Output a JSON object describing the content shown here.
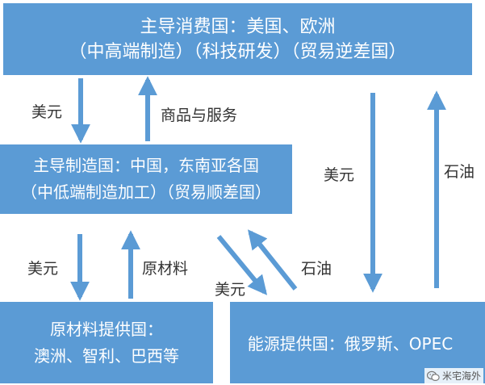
{
  "boxes": {
    "top": {
      "line1": "主导消费国：美国、欧洲",
      "line2": "（中高端制造）（科技研发）（贸易逆差国）"
    },
    "mid": {
      "line1": "主导制造国：中国，东南亚各国",
      "line2": "（中低端制造加工）（贸易顺差国）"
    },
    "bottom_left": {
      "line1": "原材料提供国：",
      "line2": "澳洲、智利、巴西等"
    },
    "bottom_right": {
      "line1": "能源提供国：俄罗斯、OPEC"
    }
  },
  "labels": {
    "usd_top_left": "美元",
    "goods_services": "商品与服务",
    "usd_right": "美元",
    "oil_right": "石油",
    "usd_bottom_left": "美元",
    "raw_materials": "原材料",
    "oil_diagonal": "石油",
    "usd_diagonal": "美元"
  },
  "watermark": {
    "text": "米宅海外",
    "icon": "wechat-icon"
  },
  "colors": {
    "box": "#5b9bd5",
    "arrow": "#5b9bd5",
    "text": "#ffffff"
  }
}
